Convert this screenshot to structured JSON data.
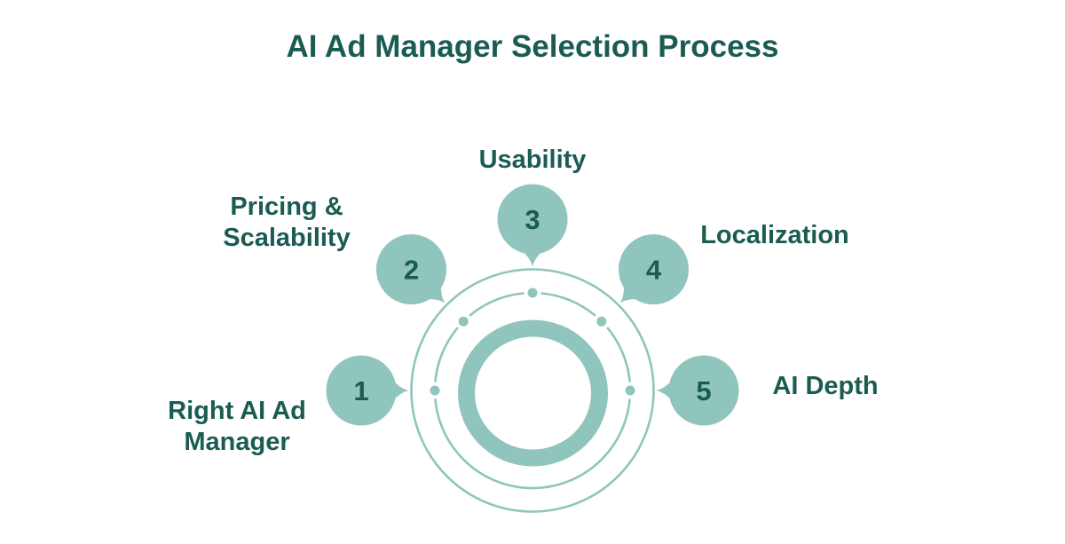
{
  "title": "AI Ad Manager Selection Process",
  "colors": {
    "teal": "#8FC5BC",
    "dark_teal_text": "#1A5C52",
    "background": "#FFFFFF"
  },
  "diagram": {
    "steps": [
      {
        "number": "1",
        "label": "Right AI Ad\nManager"
      },
      {
        "number": "2",
        "label": "Pricing &\nScalability"
      },
      {
        "number": "3",
        "label": "Usability"
      },
      {
        "number": "4",
        "label": "Localization"
      },
      {
        "number": "5",
        "label": "AI Depth"
      }
    ]
  }
}
